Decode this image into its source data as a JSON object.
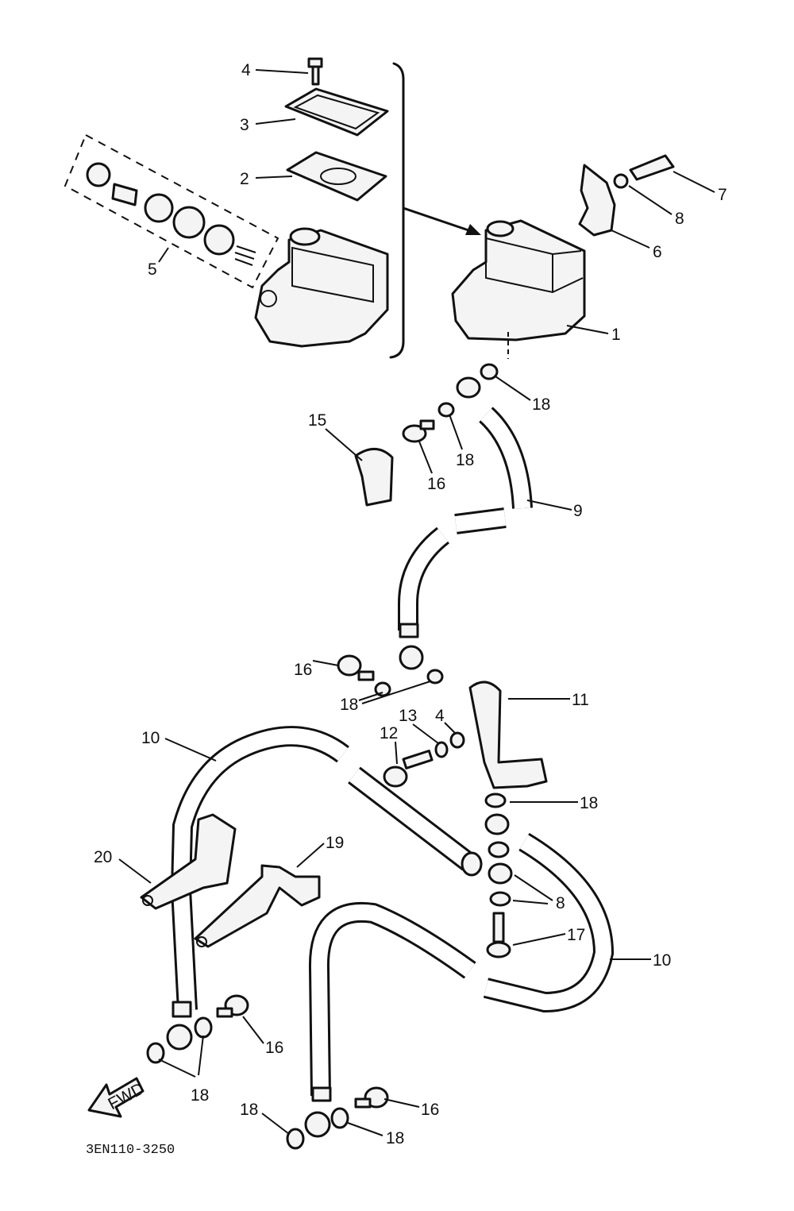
{
  "callouts": {
    "c1": "1",
    "c2": "2",
    "c3": "3",
    "c4a": "4",
    "c4b": "4",
    "c5": "5",
    "c6": "6",
    "c7": "7",
    "c8a": "8",
    "c8b": "8",
    "c9": "9",
    "c10a": "10",
    "c10b": "10",
    "c11": "11",
    "c12": "12",
    "c13": "13",
    "c15": "15",
    "c16a": "16",
    "c16b": "16",
    "c16c": "16",
    "c16d": "16",
    "c17": "17",
    "c18a": "18",
    "c18b": "18",
    "c18c": "18",
    "c18d": "18",
    "c18e": "18",
    "c18f": "18",
    "c18g": "18",
    "c19": "19",
    "c20": "20"
  },
  "fwd_label": "FWD",
  "diagram_code": "3EN110-3250"
}
